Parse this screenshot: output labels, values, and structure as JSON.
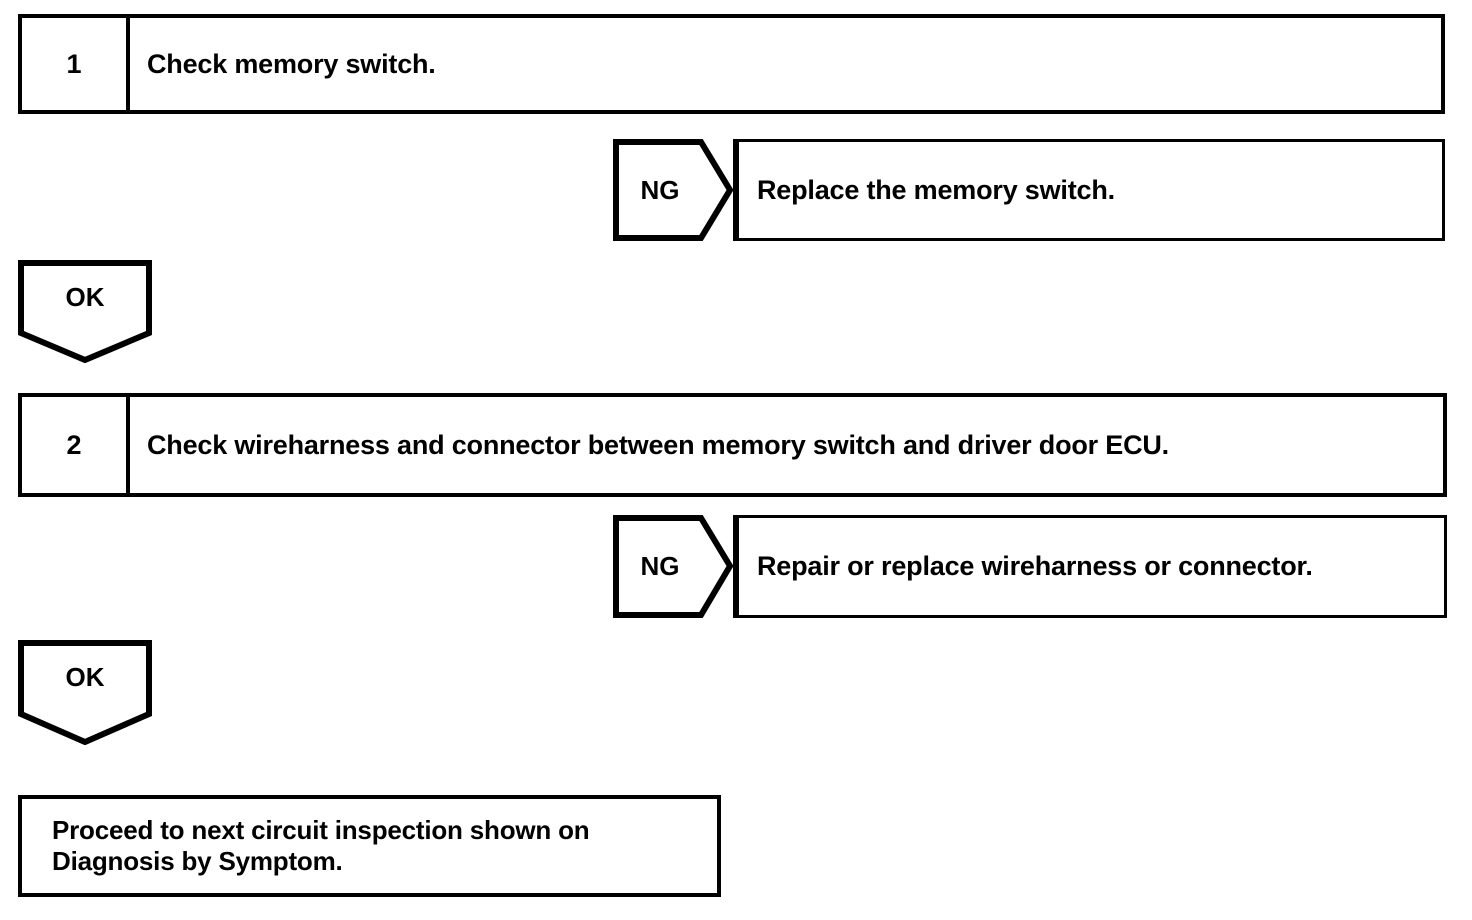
{
  "document": {
    "type": "troubleshooting-flowchart",
    "background_color": "#ffffff",
    "line_color": "#000000"
  },
  "steps": [
    {
      "number": "1",
      "instruction": "Check memory switch.",
      "ng": {
        "label": "NG",
        "result": "Replace the memory switch."
      },
      "ok": {
        "label": "OK"
      }
    },
    {
      "number": "2",
      "instruction": "Check wireharness and connector between memory switch and driver door ECU.",
      "ng": {
        "label": "NG",
        "result": "Repair or replace wireharness or connector."
      },
      "ok": {
        "label": "OK"
      }
    }
  ],
  "final": {
    "line1": "Proceed to next circuit inspection shown on",
    "line2": "Diagnosis by Symptom."
  }
}
